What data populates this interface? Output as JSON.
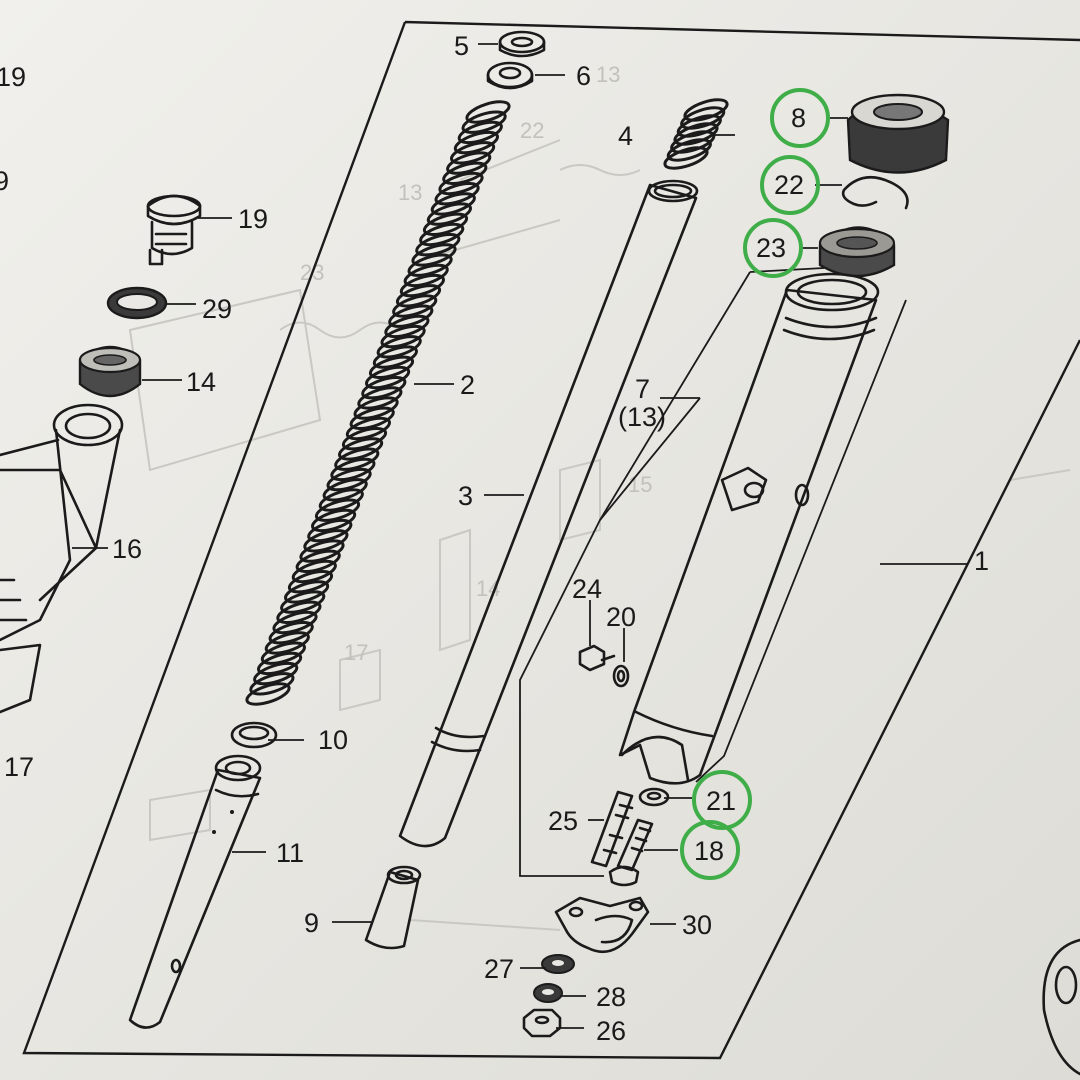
{
  "diagram": {
    "edge_labels": {
      "left_top": "19",
      "left_mid": "9",
      "left_bottom": "17"
    },
    "callouts": [
      {
        "id": "c5",
        "text": "5"
      },
      {
        "id": "c6",
        "text": "6"
      },
      {
        "id": "c4",
        "text": "4"
      },
      {
        "id": "c8",
        "text": "8"
      },
      {
        "id": "c22",
        "text": "22"
      },
      {
        "id": "c23",
        "text": "23"
      },
      {
        "id": "c19",
        "text": "19"
      },
      {
        "id": "c29",
        "text": "29"
      },
      {
        "id": "c14",
        "text": "14"
      },
      {
        "id": "c2",
        "text": "2"
      },
      {
        "id": "c7",
        "text": "7"
      },
      {
        "id": "c13",
        "text": "(13)"
      },
      {
        "id": "c3",
        "text": "3"
      },
      {
        "id": "c16",
        "text": "16"
      },
      {
        "id": "c1",
        "text": "1"
      },
      {
        "id": "c24",
        "text": "24"
      },
      {
        "id": "c20",
        "text": "20"
      },
      {
        "id": "c10",
        "text": "10"
      },
      {
        "id": "c21",
        "text": "21"
      },
      {
        "id": "c25",
        "text": "25"
      },
      {
        "id": "c18",
        "text": "18"
      },
      {
        "id": "c11",
        "text": "11"
      },
      {
        "id": "c9",
        "text": "9"
      },
      {
        "id": "c30",
        "text": "30"
      },
      {
        "id": "c27",
        "text": "27"
      },
      {
        "id": "c28",
        "text": "28"
      },
      {
        "id": "c26",
        "text": "26"
      }
    ],
    "highlighted_parts": [
      "8",
      "22",
      "23",
      "21",
      "18"
    ],
    "highlight_color": "#3fae49",
    "line_color": "#1b1b1b",
    "paper_color": "#ecebe7"
  }
}
